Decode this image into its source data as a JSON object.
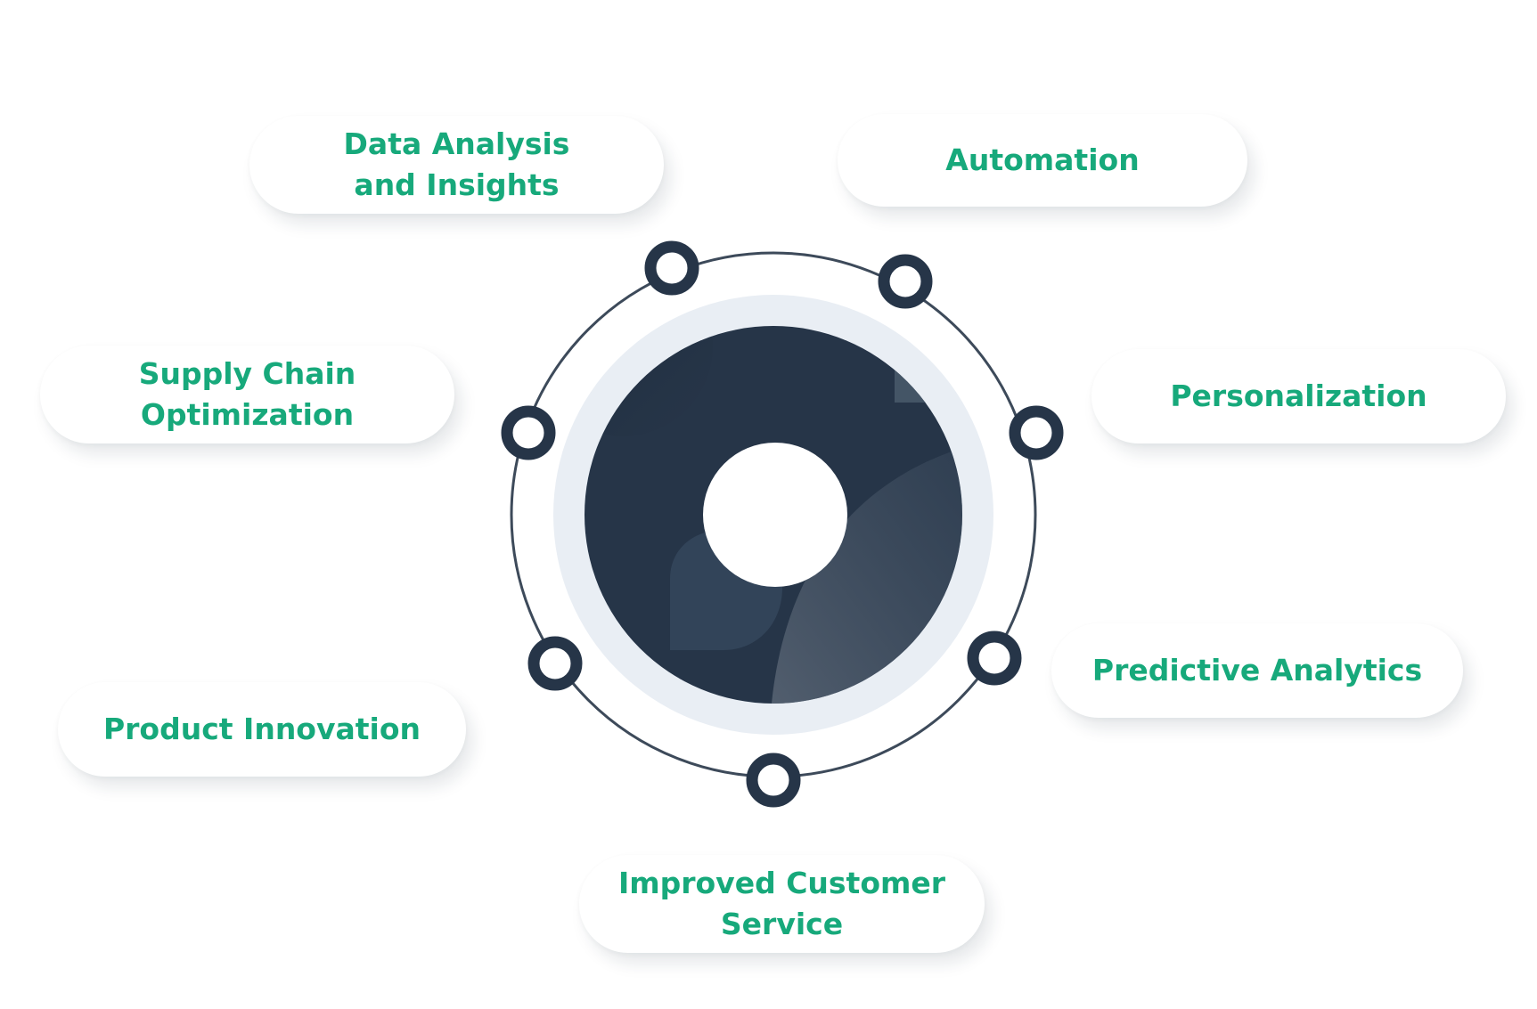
{
  "colors": {
    "accent_text": "#17a97b",
    "ring_dark": "#263548",
    "halo": "#e9eef4",
    "pill_bg": "#ffffff"
  },
  "labels": {
    "data_analysis": "Data Analysis\nand Insights",
    "automation": "Automation",
    "supply_chain": "Supply Chain\nOptimization",
    "personalization": "Personalization",
    "product_innovation": "Product Innovation",
    "predictive_analytics": "Predictive Analytics",
    "customer_service": "Improved Customer\nService"
  }
}
